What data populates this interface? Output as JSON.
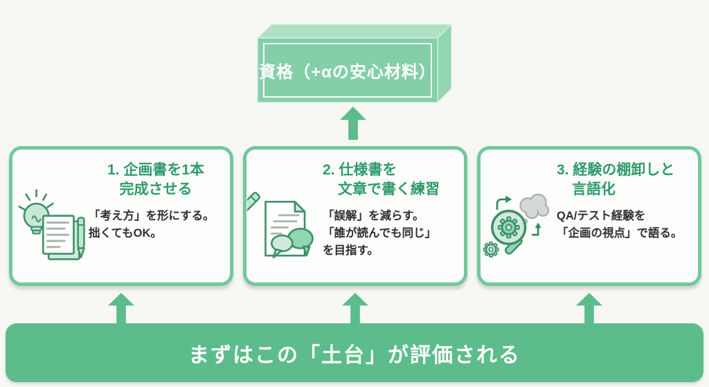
{
  "top_box": {
    "label": "資格（+αの安心材料）"
  },
  "cards": [
    {
      "icon": "idea-documents-pen-icon",
      "title_line1": "1. 企画書を1本",
      "title_line2": "完成させる",
      "body": [
        "「考え方」を形にする。",
        "拙くてもOK。"
      ]
    },
    {
      "icon": "document-pen-speech-bubbles-icon",
      "title_line1": "2. 仕様書を",
      "title_line2": "文章で書く練習",
      "body": [
        "「誤解」を減らす。",
        "「誰が読んでも同じ」",
        "を目指す。"
      ]
    },
    {
      "icon": "magnifier-gears-thought-cloud-icon",
      "title_line1": "3. 経験の棚卸しと",
      "title_line2": "言語化",
      "body": [
        "QA/テスト経験を",
        "「企画の視点」で語る。"
      ]
    }
  ],
  "banner": {
    "label": "まずはこの「土台」が評価される"
  },
  "colors": {
    "accent_green": "#5cbc8c",
    "card_border_green": "#72c89c",
    "title_green": "#2e9b6a",
    "box_front_green": "#84cfa8",
    "box_top_green": "#b0e1c6",
    "box_side_green": "#92d6b0",
    "body_text": "#2f2f2f",
    "background": "#f7f7f4"
  }
}
